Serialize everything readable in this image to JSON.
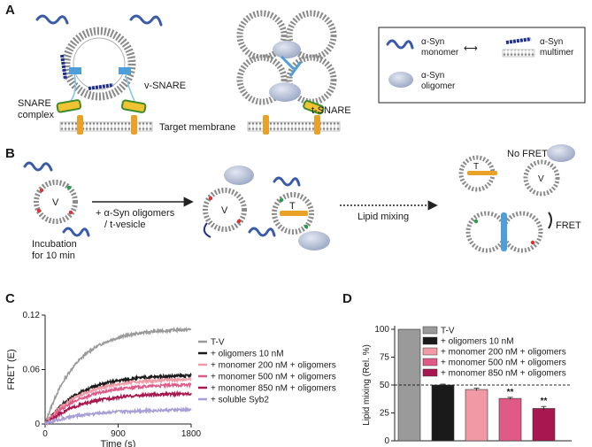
{
  "panels": {
    "A": {
      "label": "A",
      "v_snare": "v-SNARE",
      "snare_complex_line1": "SNARE",
      "snare_complex_line2": "complex",
      "target_membrane": "Target membrane",
      "t_snare": "t-SNARE",
      "legend": {
        "monomer_line1": "α-Syn",
        "monomer_line2": "monomer",
        "multimer_line1": "α-Syn",
        "multimer_line2": "multimer",
        "oligomer_line1": "α-Syn",
        "oligomer_line2": "oligomer",
        "arrow": "⟷"
      }
    },
    "B": {
      "label": "B",
      "v_letter": "V",
      "t_letter": "T",
      "incubation_line1": "Incubation",
      "incubation_line2": "for 10 min",
      "step1_line1": "+ α-Syn oligomers",
      "step1_line2": "/ t-vesicle",
      "lipid_mixing": "Lipid mixing",
      "no_fret": "No FRET",
      "fret": "FRET"
    },
    "C": {
      "label": "C"
    },
    "D": {
      "label": "D"
    }
  },
  "chart_data": [
    {
      "panel": "C",
      "type": "line",
      "xlabel": "Time (s)",
      "ylabel": "FRET (E)",
      "xlim": [
        0,
        1800
      ],
      "ylim": [
        0,
        0.12
      ],
      "xticks": [
        "0",
        "900",
        "1800"
      ],
      "yticks": [
        "0",
        "0.06",
        "0.12"
      ],
      "legend_position": "right",
      "series": [
        {
          "name": "T-V",
          "color": "#9a9a9a",
          "plateau": 0.105,
          "tau": 380
        },
        {
          "name": "+ oligomers 10 nM",
          "color": "#1a1a1a",
          "plateau": 0.054,
          "tau": 420
        },
        {
          "name": "+ monomer 200 nM + oligomers",
          "color": "#f19aa6",
          "plateau": 0.05,
          "tau": 430
        },
        {
          "name": "+ monomer 500 nM + oligomers",
          "color": "#e05a87",
          "plateau": 0.044,
          "tau": 440
        },
        {
          "name": "+ monomer 850 nM + oligomers",
          "color": "#a8174f",
          "plateau": 0.034,
          "tau": 450
        },
        {
          "name": "+ soluble Syb2",
          "color": "#a79fd6",
          "plateau": 0.016,
          "tau": 480
        }
      ]
    },
    {
      "panel": "D",
      "type": "bar",
      "ylabel": "Lipid mixing (Rel. %)",
      "ylim": [
        0,
        100
      ],
      "yticks": [
        "0",
        "25",
        "50",
        "75",
        "100"
      ],
      "reference_line": 50,
      "categories": [
        "T-V",
        "+ oligomers 10 nM",
        "+ monomer 200 nM + oligomers",
        "+ monomer 500 nM + oligomers",
        "+ monomer 850 nM + oligomers"
      ],
      "values": [
        100,
        50,
        46,
        38,
        29
      ],
      "errors": [
        0,
        0.8,
        1.2,
        1.0,
        1.8
      ],
      "significance": [
        "",
        "",
        "",
        "**",
        "**"
      ],
      "colors": [
        "#9a9a9a",
        "#1a1a1a",
        "#f19aa6",
        "#e05a87",
        "#a8174f"
      ],
      "legend_position": "top"
    }
  ]
}
